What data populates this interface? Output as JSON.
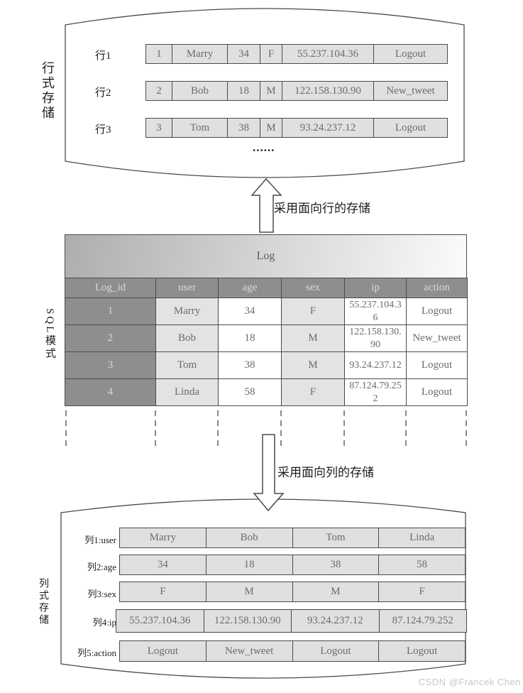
{
  "labels": {
    "row_storage": "行式存储",
    "sql_schema": "SQL模式",
    "column_storage": "列式存储",
    "row_arrow_caption": "采用面向行的存储",
    "column_arrow_caption": "采用面向列的存储",
    "ellipsis": "......"
  },
  "row_storage": {
    "rows": [
      {
        "label": "行1",
        "cells": [
          "1",
          "Marry",
          "34",
          "F",
          "55.237.104.36",
          "Logout"
        ]
      },
      {
        "label": "行2",
        "cells": [
          "2",
          "Bob",
          "18",
          "M",
          "122.158.130.90",
          "New_tweet"
        ]
      },
      {
        "label": "行3",
        "cells": [
          "3",
          "Tom",
          "38",
          "M",
          "93.24.237.12",
          "Logout"
        ]
      }
    ]
  },
  "sql_table": {
    "title": "Log",
    "headers": [
      "Log_id",
      "user",
      "age",
      "sex",
      "ip",
      "action"
    ],
    "rows": [
      [
        "1",
        "Marry",
        "34",
        "F",
        "55.237.104.36",
        "Logout"
      ],
      [
        "2",
        "Bob",
        "18",
        "M",
        "122.158.130.90",
        "New_tweet"
      ],
      [
        "3",
        "Tom",
        "38",
        "M",
        "93.24.237.12",
        "Logout"
      ],
      [
        "4",
        "Linda",
        "58",
        "F",
        "87.124.79.252",
        "Logout"
      ]
    ]
  },
  "column_storage": {
    "rows": [
      {
        "label": "列1:user",
        "cells": [
          "Marry",
          "Bob",
          "Tom",
          "Linda"
        ]
      },
      {
        "label": "列2:age",
        "cells": [
          "34",
          "18",
          "38",
          "58"
        ]
      },
      {
        "label": "列3:sex",
        "cells": [
          "F",
          "M",
          "M",
          "F"
        ]
      },
      {
        "label": "列4:ip",
        "cells": [
          "55.237.104.36",
          "122.158.130.90",
          "93.24.237.12",
          "87.124.79.252"
        ]
      },
      {
        "label": "列5:action",
        "cells": [
          "Logout",
          "New_tweet",
          "Logout",
          "Logout"
        ]
      }
    ]
  },
  "watermark": "CSDN @Francek Chen",
  "colors": {
    "line": "#4a4a4a",
    "cell_fill": "#e0e0e0",
    "dark_fill": "#8e8e8e",
    "header_text": "#d9d9d9",
    "cell_text": "#6b6b6b",
    "title_gradient_start": "#aeaeae",
    "title_gradient_end": "#fbfbfb",
    "watermark_text": "#c3c8cd"
  }
}
